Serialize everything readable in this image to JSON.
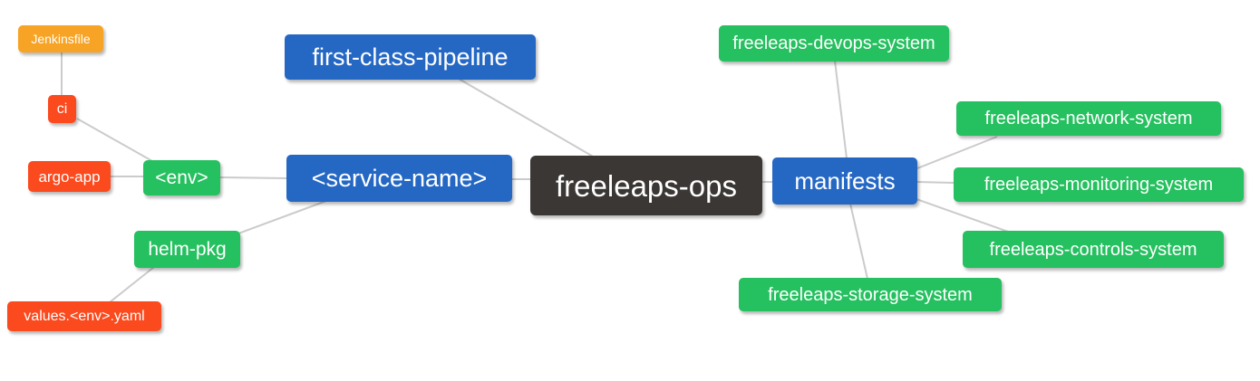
{
  "diagram": {
    "type": "mindmap",
    "root": {
      "label": "freeleaps-ops"
    },
    "nodes": {
      "jenkinsfile": {
        "label": "Jenkinsfile"
      },
      "ci": {
        "label": "ci"
      },
      "argo_app": {
        "label": "argo-app"
      },
      "env": {
        "label": "<env>"
      },
      "helm_pkg": {
        "label": "helm-pkg"
      },
      "values_env_yaml": {
        "label": "values.<env>.yaml"
      },
      "first_class_pipeline": {
        "label": "first-class-pipeline"
      },
      "service_name": {
        "label": "<service-name>"
      },
      "manifests": {
        "label": "manifests"
      },
      "devops_system": {
        "label": "freeleaps-devops-system"
      },
      "network_system": {
        "label": "freeleaps-network-system"
      },
      "monitoring_system": {
        "label": "freeleaps-monitoring-system"
      },
      "controls_system": {
        "label": "freeleaps-controls-system"
      },
      "storage_system": {
        "label": "freeleaps-storage-system"
      }
    },
    "edges": [
      [
        "jenkinsfile",
        "ci"
      ],
      [
        "ci",
        "env"
      ],
      [
        "argo_app",
        "env"
      ],
      [
        "env",
        "service_name"
      ],
      [
        "helm_pkg",
        "service_name"
      ],
      [
        "values_env_yaml",
        "helm_pkg"
      ],
      [
        "service_name",
        "freeleaps-ops"
      ],
      [
        "first_class_pipeline",
        "freeleaps-ops"
      ],
      [
        "freeleaps-ops",
        "manifests"
      ],
      [
        "manifests",
        "devops_system"
      ],
      [
        "manifests",
        "network_system"
      ],
      [
        "manifests",
        "monitoring_system"
      ],
      [
        "manifests",
        "controls_system"
      ],
      [
        "manifests",
        "storage_system"
      ]
    ],
    "palette": {
      "root_bg": "#3B3735",
      "branch_blue_bg": "#2568C4",
      "leaf_green_bg": "#25C05F",
      "leaf_red_bg": "#FB4A1E",
      "leaf_orange_bg": "#F7A325",
      "node_text": "#FFFFFF",
      "connector": "#CBCBCB",
      "background": "#FFFFFF"
    }
  }
}
